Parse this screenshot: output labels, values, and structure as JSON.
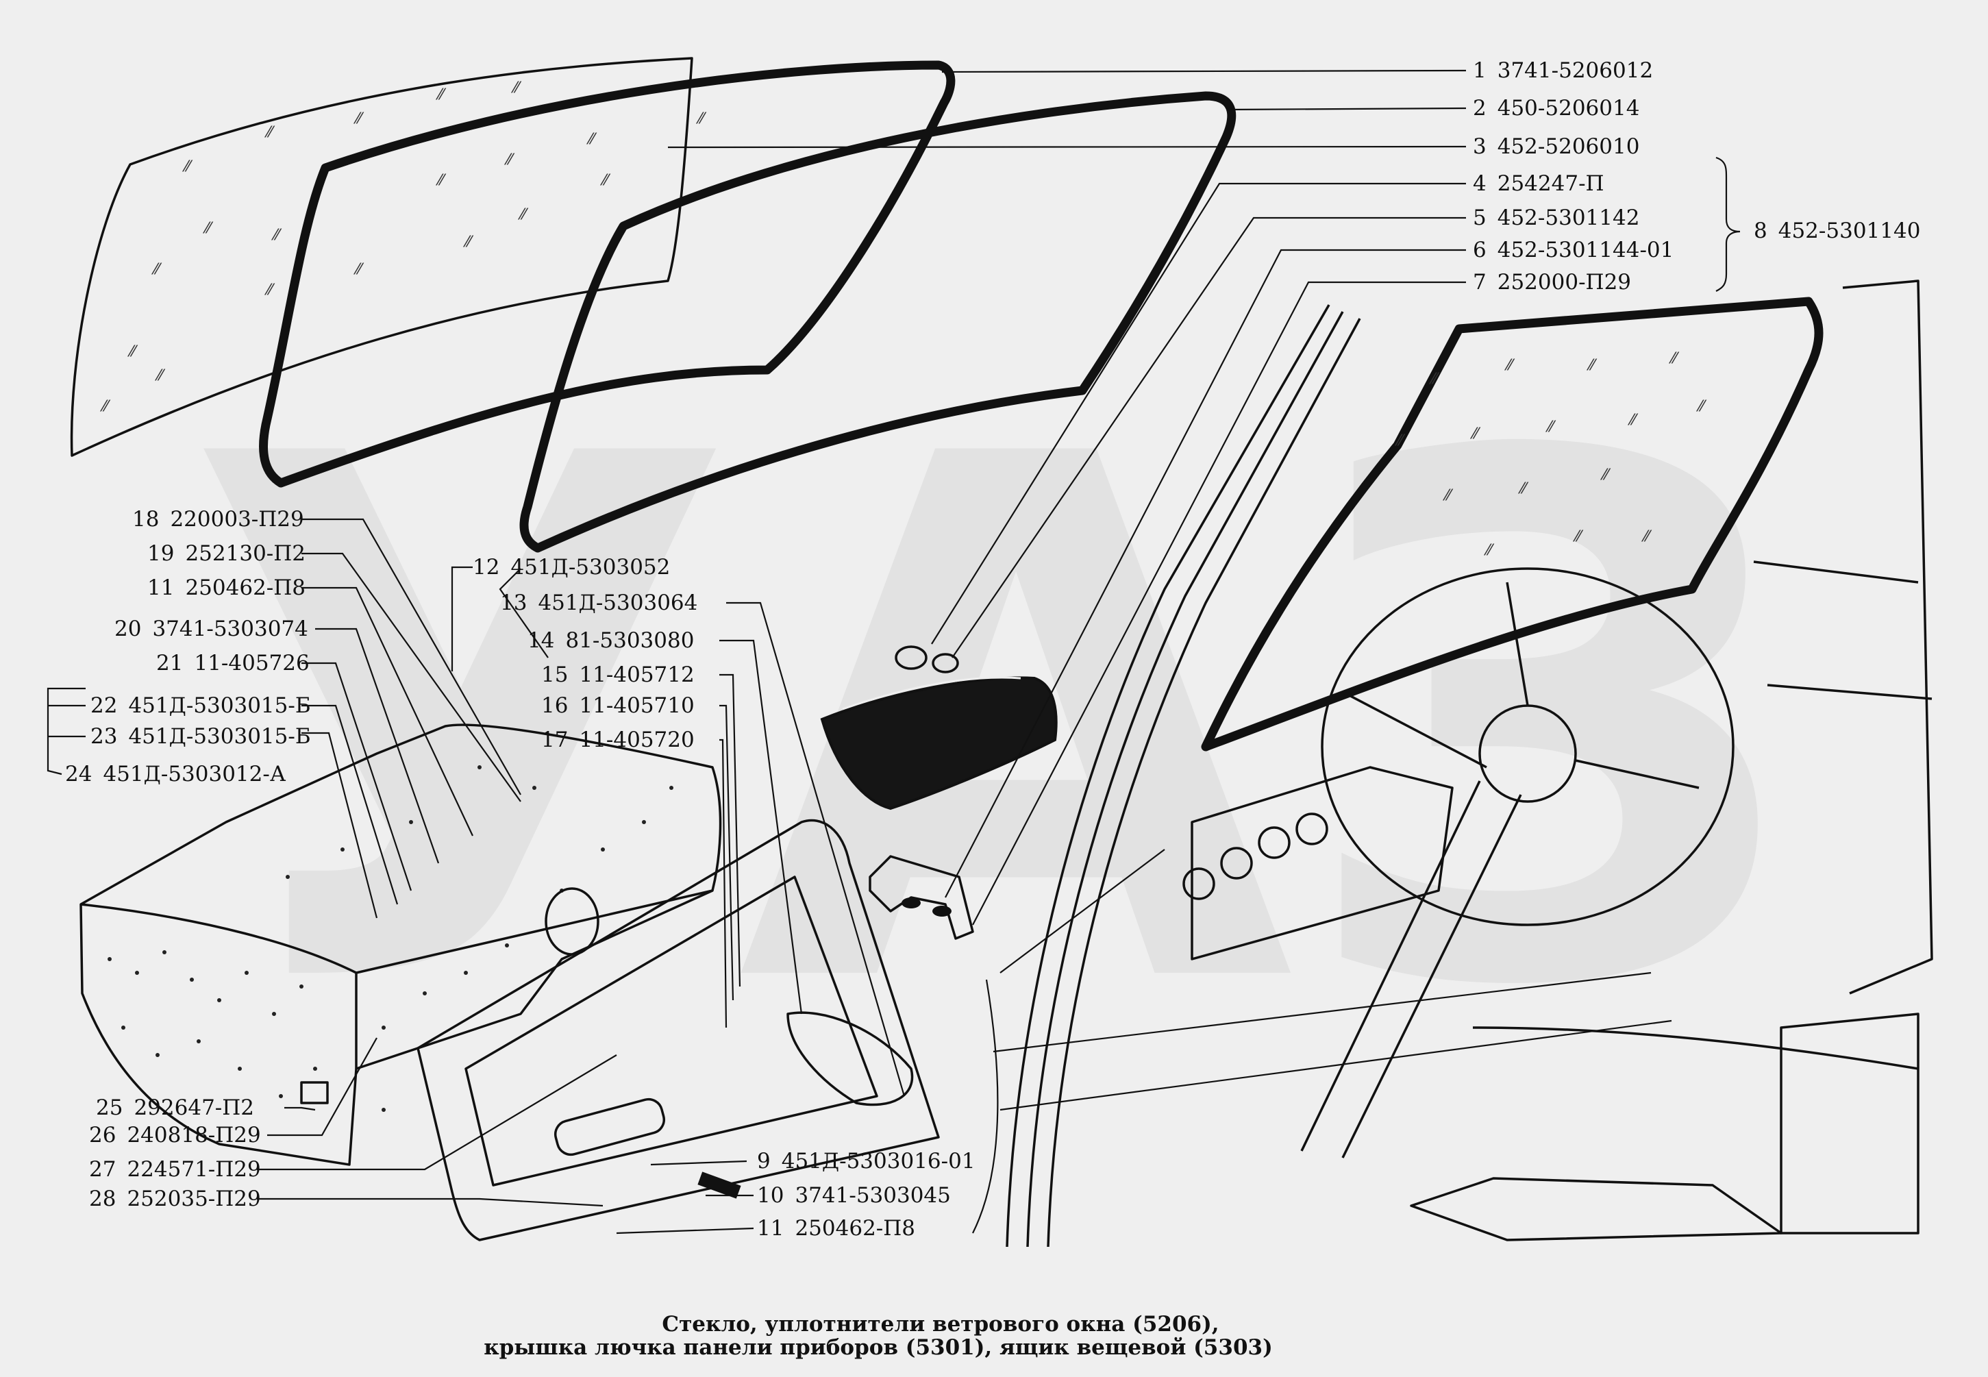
{
  "callouts": [
    {
      "num": "1",
      "part": "3741-5206012"
    },
    {
      "num": "2",
      "part": "450-5206014"
    },
    {
      "num": "3",
      "part": "452-5206010"
    },
    {
      "num": "4",
      "part": "254247-П"
    },
    {
      "num": "5",
      "part": "452-5301142"
    },
    {
      "num": "6",
      "part": "452-5301144-01"
    },
    {
      "num": "7",
      "part": "252000-П29"
    },
    {
      "num": "8",
      "part": "452-5301140"
    },
    {
      "num": "18",
      "part": "220003-П29"
    },
    {
      "num": "19",
      "part": "252130-П2"
    },
    {
      "num": "11",
      "part": "250462-П8"
    },
    {
      "num": "20",
      "part": "3741-5303074"
    },
    {
      "num": "21",
      "part": "11-405726"
    },
    {
      "num": "22",
      "part": "451Д-5303015-Б"
    },
    {
      "num": "23",
      "part": "451Д-5303015-Б"
    },
    {
      "num": "24",
      "part": "451Д-5303012-А"
    },
    {
      "num": "12",
      "part": "451Д-5303052"
    },
    {
      "num": "13",
      "part": "451Д-5303064"
    },
    {
      "num": "14",
      "part": "81-5303080"
    },
    {
      "num": "15",
      "part": "11-405712"
    },
    {
      "num": "16",
      "part": "11-405710"
    },
    {
      "num": "17",
      "part": "11-405720"
    },
    {
      "num": "25",
      "part": "292647-П2"
    },
    {
      "num": "26",
      "part": "240818-П29"
    },
    {
      "num": "27",
      "part": "224571-П29"
    },
    {
      "num": "28",
      "part": "252035-П29"
    },
    {
      "num": "9",
      "part": "451Д-5303016-01"
    },
    {
      "num": "10",
      "part": "3741-5303045"
    },
    {
      "num": "11",
      "part": "250462-П8"
    }
  ],
  "caption": {
    "line1": "Стекло, уплотнители ветрового окна (5206),",
    "line2": "крышка лючка панели приборов (5301), ящик вещевой (5303)"
  },
  "watermark": "УАЗ",
  "colors": {
    "ink": "#111111",
    "background": "#efefef",
    "watermark": "#d9d9d9"
  }
}
